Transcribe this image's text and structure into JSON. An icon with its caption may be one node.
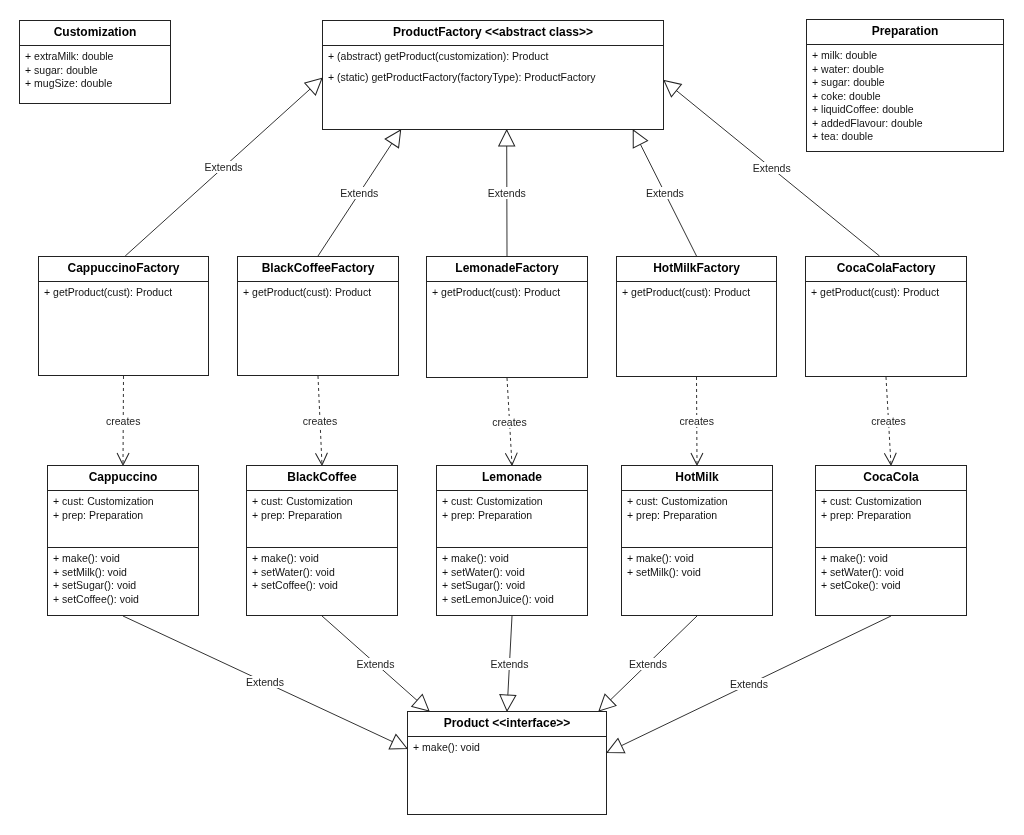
{
  "diagram": {
    "nodes": [
      {
        "text": [
          "Customization",
          "+ extraMilk: double",
          "+ sugar: double",
          "+ mugSize: double"
        ]
      },
      {
        "text": [
          "ProductFactory <<abstract class>>",
          "+ (abstract) getProduct(customization): Product",
          "+ (static) getProductFactory(factoryType): ProductFactory"
        ]
      },
      {
        "text": [
          "Preparation",
          "+ milk: double",
          "+ water: double",
          "+ sugar: double",
          "+ coke: double",
          "+ liquidCoffee: double",
          "+ addedFlavour: double",
          "+ tea: double"
        ]
      },
      {
        "text": [
          "CappuccinoFactory",
          "+ getProduct(cust): Product"
        ]
      },
      {
        "text": [
          "BlackCoffeeFactory",
          "+ getProduct(cust): Product"
        ]
      },
      {
        "text": [
          "LemonadeFactory",
          "+ getProduct(cust): Product"
        ]
      },
      {
        "text": [
          "HotMilkFactory",
          "+ getProduct(cust): Product"
        ]
      },
      {
        "text": [
          "CocaColaFactory",
          "+ getProduct(cust): Product"
        ]
      },
      {
        "text": [
          "Cappuccino",
          "+ cust: Customization",
          "+ prep: Preparation",
          "+ make(): void",
          "+ setMilk(): void",
          "+ setSugar(): void",
          "+ setCoffee(): void"
        ]
      },
      {
        "text": [
          "BlackCoffee",
          "+ cust: Customization",
          "+ prep: Preparation",
          "+ make(): void",
          "+ setWater(): void",
          "+ setCoffee(): void"
        ]
      },
      {
        "text": [
          "Lemonade",
          "+ cust: Customization",
          "+ prep: Preparation",
          "+ make(): void",
          "+ setWater(): void",
          "+ setSugar(): void",
          "+ setLemonJuice(): void"
        ]
      },
      {
        "text": [
          "HotMilk",
          "+ cust: Customization",
          "+ prep: Preparation",
          "+ make(): void",
          "+ setMilk(): void"
        ]
      },
      {
        "text": [
          "CocaCola",
          "+ cust: Customization",
          "+ prep: Preparation",
          "+ make(): void",
          "+ setWater(): void",
          "+ setCoke(): void"
        ]
      },
      {
        "text": [
          "Product <<interface>>",
          "+ make(): void"
        ]
      }
    ],
    "edges": [
      {
        "from": 3,
        "to": 1,
        "arrow": "to",
        "label": "Extends"
      },
      {
        "from": 4,
        "to": 1,
        "arrow": "to",
        "label": "Extends"
      },
      {
        "from": 5,
        "to": 1,
        "arrow": "to",
        "label": "Extends"
      },
      {
        "from": 6,
        "to": 1,
        "arrow": "to",
        "label": "Extends"
      },
      {
        "from": 7,
        "to": 1,
        "arrow": "to",
        "label": "Extends"
      },
      {
        "from": 3,
        "to": 8,
        "arrow": "to",
        "label": "creates",
        "style": "dashed"
      },
      {
        "from": 4,
        "to": 9,
        "arrow": "to",
        "label": "creates",
        "style": "dashed"
      },
      {
        "from": 5,
        "to": 10,
        "arrow": "to",
        "label": "creates",
        "style": "dashed"
      },
      {
        "from": 6,
        "to": 11,
        "arrow": "to",
        "label": "creates",
        "style": "dashed"
      },
      {
        "from": 7,
        "to": 12,
        "arrow": "to",
        "label": "creates",
        "style": "dashed"
      },
      {
        "from": 8,
        "to": 13,
        "arrow": "to",
        "label": "Extends"
      },
      {
        "from": 9,
        "to": 13,
        "arrow": "to",
        "label": "Extends"
      },
      {
        "from": 10,
        "to": 13,
        "arrow": "to",
        "label": "Extends"
      },
      {
        "from": 11,
        "to": 13,
        "arrow": "to",
        "label": "Extends"
      },
      {
        "from": 12,
        "to": 13,
        "arrow": "to",
        "label": "Extends"
      }
    ]
  }
}
